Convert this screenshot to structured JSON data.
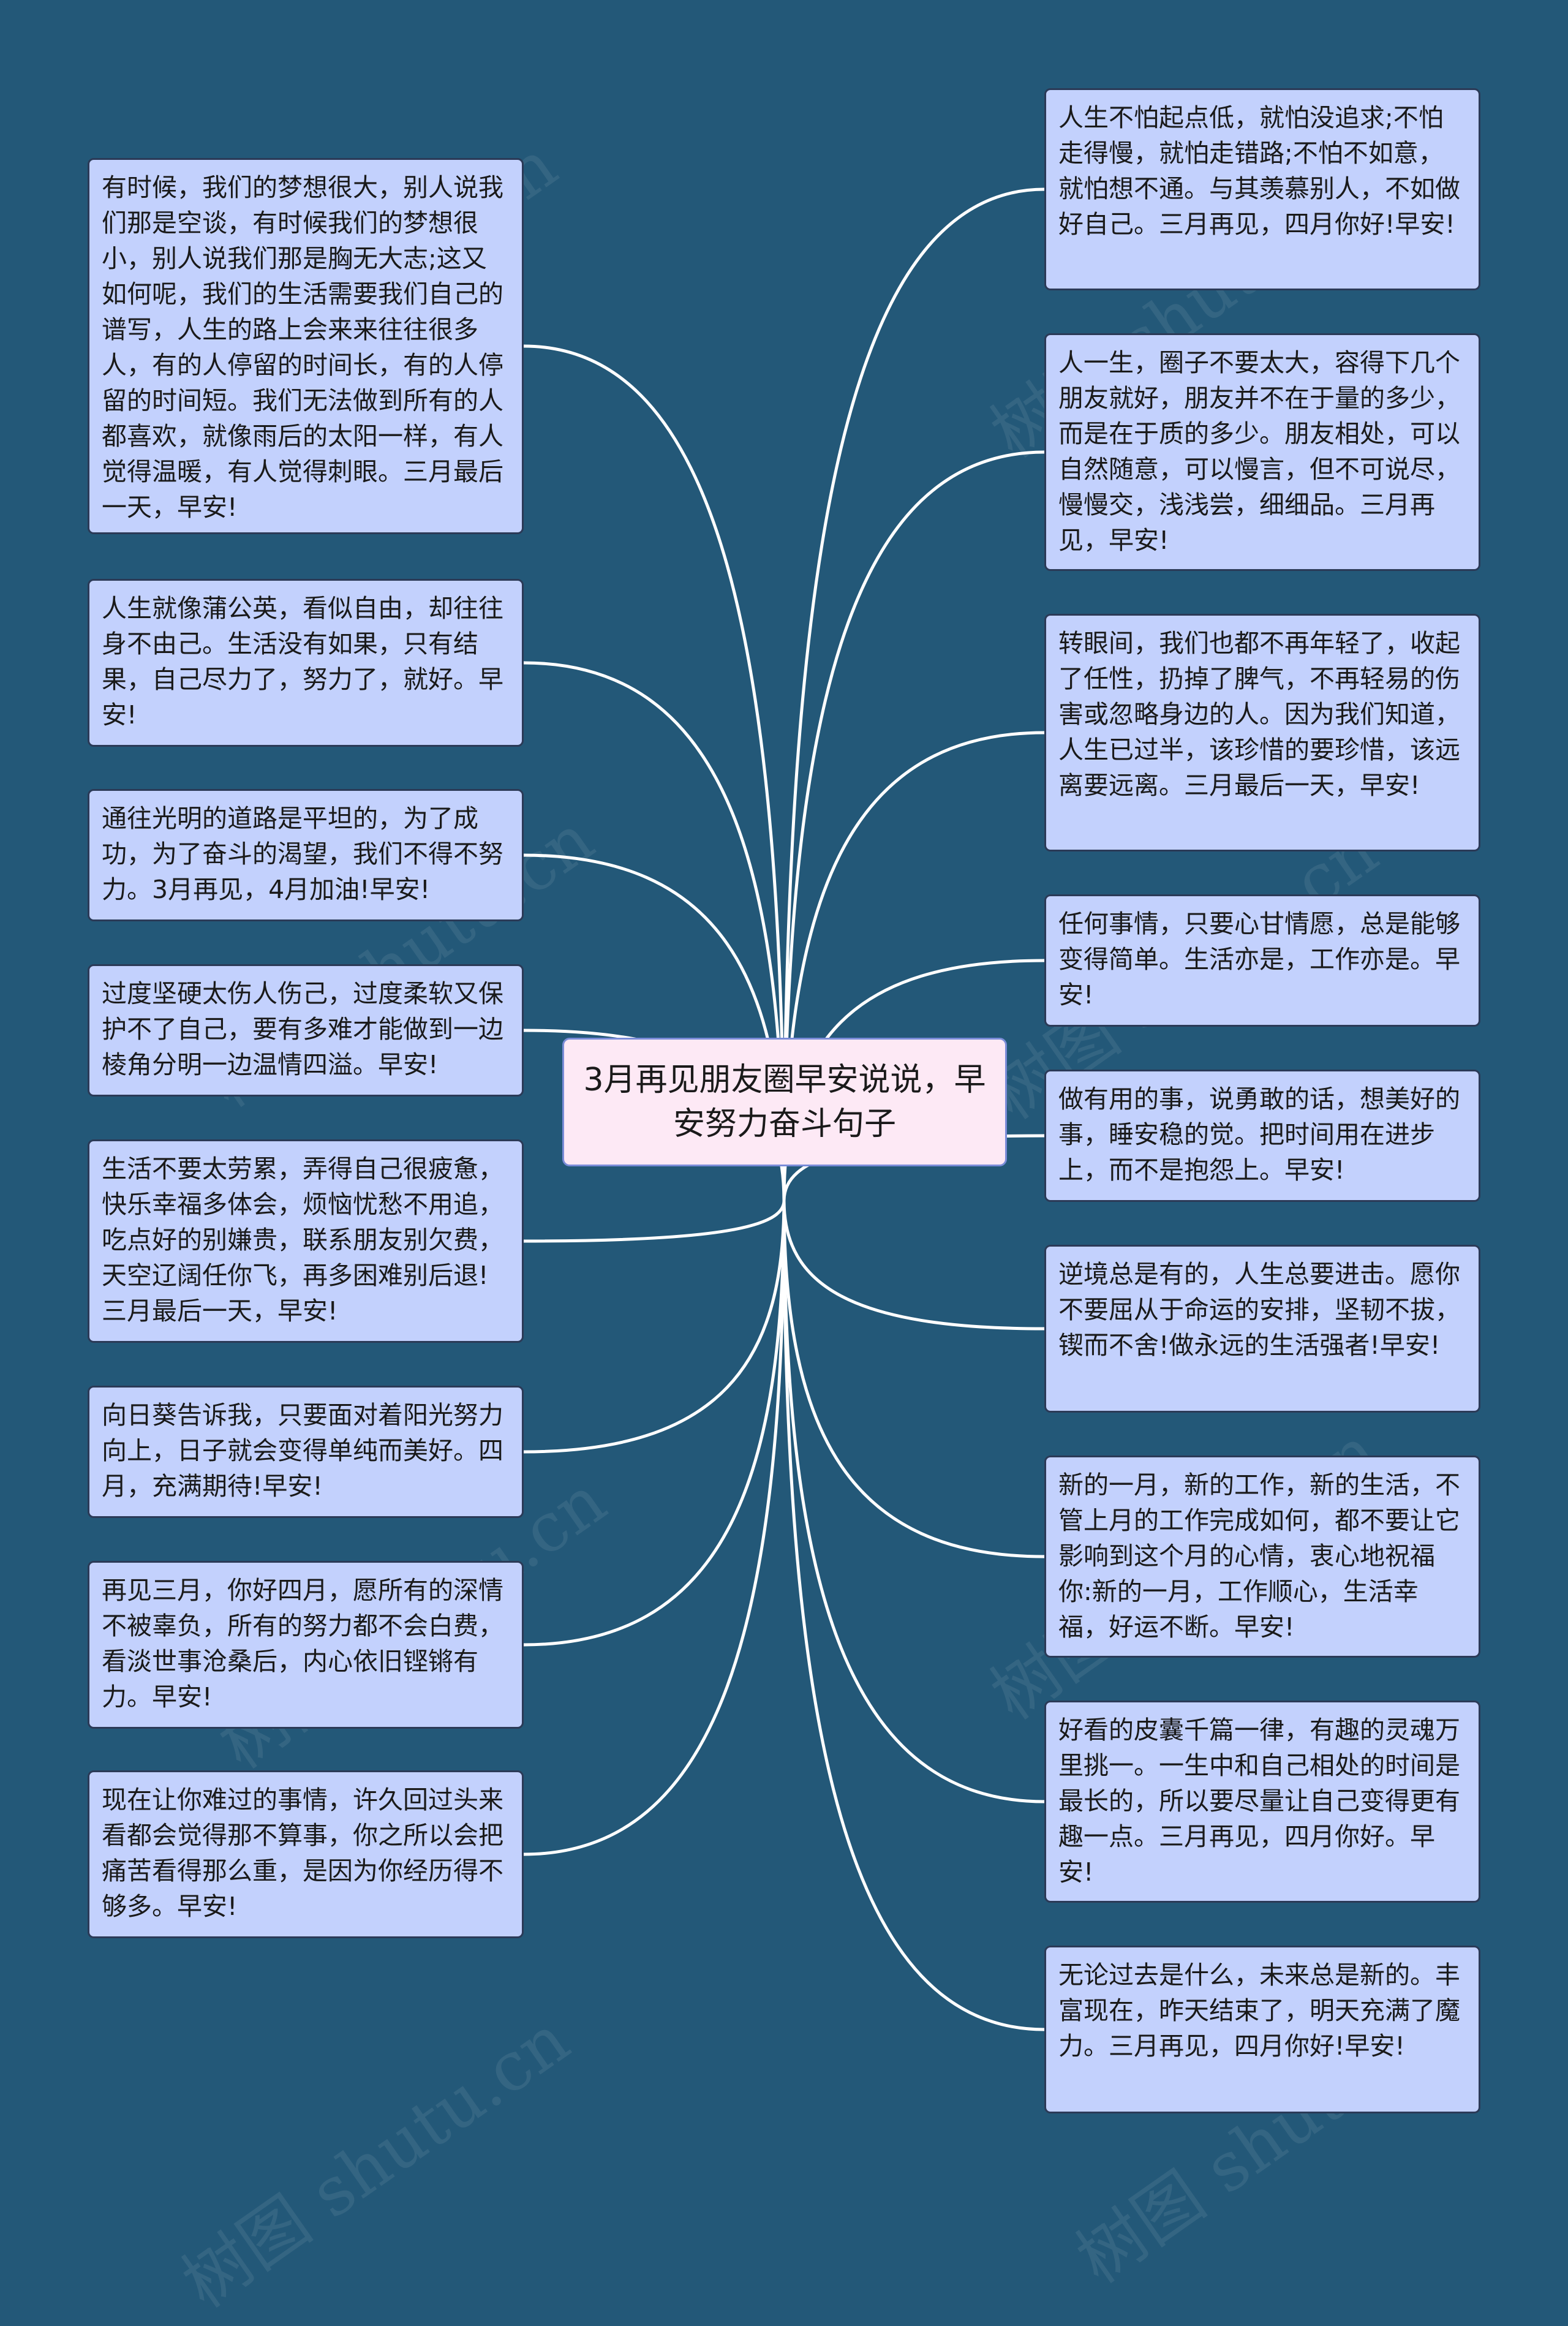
{
  "center": {
    "title": "3月再见朋友圈早安说说，早安努力奋斗句子"
  },
  "watermark": "树图 shutu.cn",
  "left_nodes": [
    "有时候，我们的梦想很大，别人说我们那是空谈，有时候我们的梦想很小，别人说我们那是胸无大志;这又如何呢，我们的生活需要我们自己的谱写，人生的路上会来来往往很多人，有的人停留的时间长，有的人停留的时间短。我们无法做到所有的人都喜欢，就像雨后的太阳一样，有人觉得温暖，有人觉得刺眼。三月最后一天，早安!",
    "人生就像蒲公英，看似自由，却往往身不由己。生活没有如果，只有结果，自己尽力了，努力了，就好。早安!",
    "通往光明的道路是平坦的，为了成功，为了奋斗的渴望，我们不得不努力。3月再见，4月加油!早安!",
    "过度坚硬太伤人伤己，过度柔软又保护不了自己，要有多难才能做到一边棱角分明一边温情四溢。早安!",
    "生活不要太劳累，弄得自己很疲惫，快乐幸福多体会，烦恼忧愁不用追，吃点好的别嫌贵，联系朋友别欠费，天空辽阔任你飞，再多困难别后退!三月最后一天，早安!",
    "向日葵告诉我，只要面对着阳光努力向上，日子就会变得单纯而美好。四月，充满期待!早安!",
    "再见三月，你好四月，愿所有的深情不被辜负，所有的努力都不会白费，看淡世事沧桑后，内心依旧铿锵有力。早安!",
    "现在让你难过的事情，许久回过头来看都会觉得那不算事，你之所以会把痛苦看得那么重，是因为你经历得不够多。早安!"
  ],
  "right_nodes": [
    "人生不怕起点低，就怕没追求;不怕走得慢，就怕走错路;不怕不如意，就怕想不通。与其羡慕别人，不如做好自己。三月再见，四月你好!早安!",
    "人一生，圈子不要太大，容得下几个朋友就好，朋友并不在于量的多少，而是在于质的多少。朋友相处，可以自然随意，可以慢言，但不可说尽，慢慢交，浅浅尝，细细品。三月再见，早安!",
    "转眼间，我们也都不再年轻了，收起了任性，扔掉了脾气，不再轻易的伤害或忽略身边的人。因为我们知道，人生已过半，该珍惜的要珍惜，该远离要远离。三月最后一天，早安!",
    "任何事情，只要心甘情愿，总是能够变得简单。生活亦是，工作亦是。早安!",
    "做有用的事，说勇敢的话，想美好的事，睡安稳的觉。把时间用在进步上，而不是抱怨上。早安!",
    "逆境总是有的，人生总要进击。愿你不要屈从于命运的安排，坚韧不拔，锲而不舍!做永远的生活强者!早安!",
    "新的一月，新的工作，新的生活，不管上月的工作完成如何，都不要让它影响到这个月的心情，衷心地祝福你:新的一月，工作顺心，生活幸福，好运不断。早安!",
    "好看的皮囊千篇一律，有趣的灵魂万里挑一。一生中和自己相处的时间是最长的，所以要尽量让自己变得更有趣一点。三月再见，四月你好。早安!",
    "无论过去是什么，未来总是新的。丰富现在，昨天结束了，明天充满了魔力。三月再见，四月你好!早安!"
  ]
}
